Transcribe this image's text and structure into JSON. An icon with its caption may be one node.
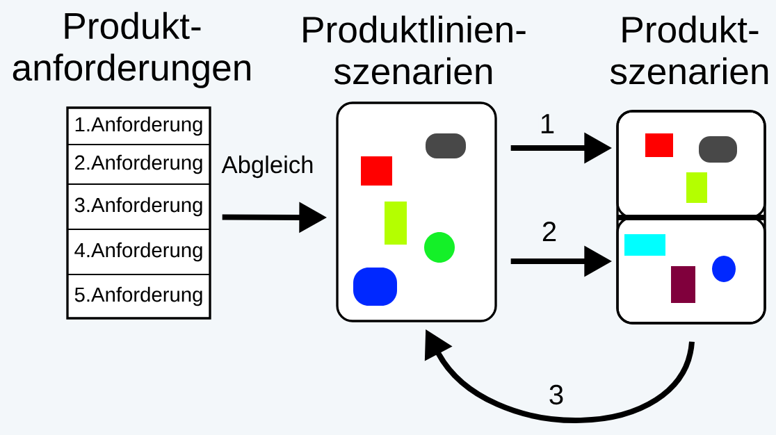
{
  "diagram": {
    "nodes": [
      {
        "text": [
          "Produkt- anforderungen"
        ]
      },
      {
        "text": [
          "1.Anforderung"
        ],
        "in": 0
      },
      {
        "text": [
          "2.Anforderung"
        ],
        "in": 0
      },
      {
        "text": [
          "3.Anforderung"
        ],
        "in": 0
      },
      {
        "text": [
          "4.Anforderung"
        ],
        "in": 0
      },
      {
        "text": [
          "5.Anforderung"
        ],
        "in": 0
      },
      {
        "text": [
          "Produktlinien- szenarien"
        ]
      },
      {
        "text": [
          "Produkt- szenarien"
        ]
      },
      {
        "text": [],
        "shape": "box",
        "in": 7
      },
      {
        "text": [],
        "shape": "box",
        "in": 7
      }
    ],
    "edges": [
      {
        "from": 0,
        "to": 6,
        "arrow": "to",
        "label": "Abgleich"
      },
      {
        "from": 6,
        "to": 8,
        "arrow": "to",
        "label": "1"
      },
      {
        "from": 6,
        "to": 9,
        "arrow": "to",
        "label": "2"
      },
      {
        "from": 9,
        "to": 6,
        "arrow": "to",
        "label": "3"
      }
    ]
  }
}
